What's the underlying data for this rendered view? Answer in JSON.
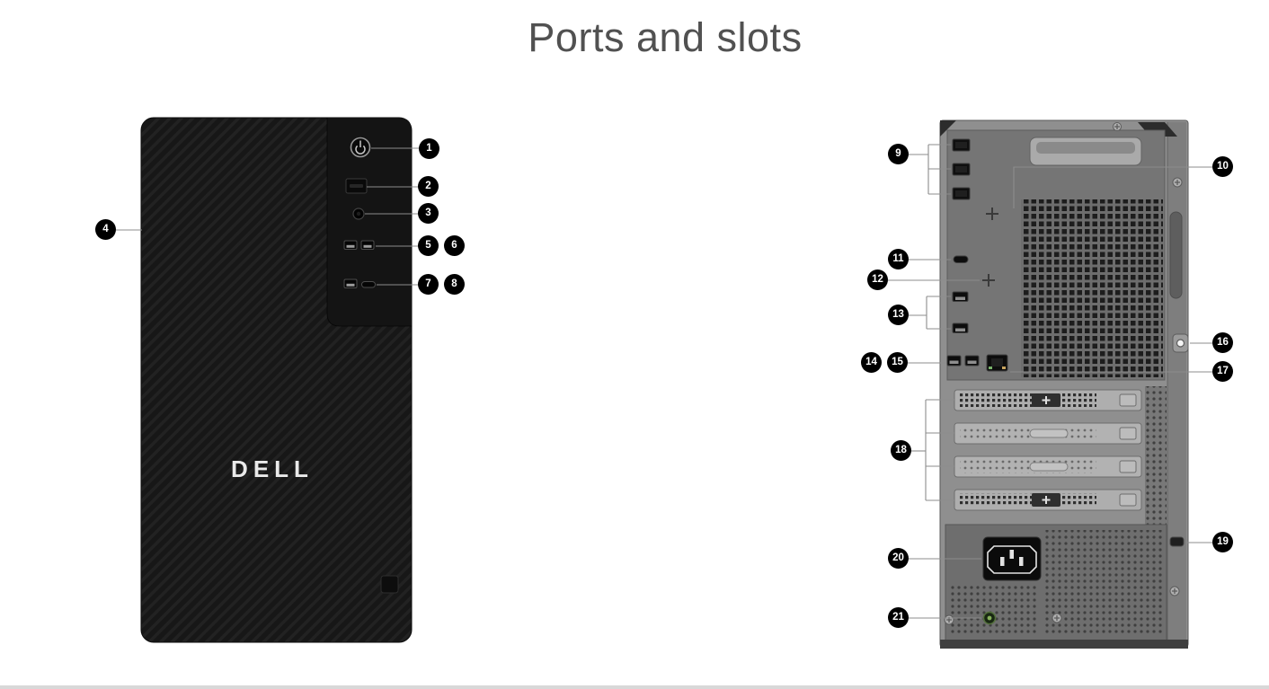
{
  "page": {
    "title": "Ports and slots"
  },
  "front_view": {
    "view": "front",
    "brand_logo_text": "DELL"
  },
  "callouts": [
    {
      "n": "1",
      "target": "power-button"
    },
    {
      "n": "2",
      "target": "sd-card-slot"
    },
    {
      "n": "3",
      "target": "headset-port"
    },
    {
      "n": "4",
      "target": "front-panel"
    },
    {
      "n": "5",
      "target": "usb-port"
    },
    {
      "n": "6",
      "target": "usb-port"
    },
    {
      "n": "7",
      "target": "usb-port"
    },
    {
      "n": "8",
      "target": "usb-type-c-port"
    },
    {
      "n": "9",
      "target": "display-ports"
    },
    {
      "n": "10",
      "target": "optional-port"
    },
    {
      "n": "11",
      "target": "usb-type-c-port"
    },
    {
      "n": "12",
      "target": "optional-port"
    },
    {
      "n": "13",
      "target": "usb-ports"
    },
    {
      "n": "14",
      "target": "usb-port"
    },
    {
      "n": "15",
      "target": "usb-port"
    },
    {
      "n": "16",
      "target": "padlock-ring"
    },
    {
      "n": "17",
      "target": "ethernet-port"
    },
    {
      "n": "18",
      "target": "expansion-slots"
    },
    {
      "n": "19",
      "target": "security-cable-slot"
    },
    {
      "n": "20",
      "target": "power-connector"
    },
    {
      "n": "21",
      "target": "power-supply-diagnostic-light"
    }
  ],
  "colors": {
    "title": "#515151",
    "callout_bg": "#000000",
    "callout_text": "#ffffff",
    "leader_line": "#8c8c8c",
    "front_tower": "#171717",
    "rear_chassis": "#8f8f8f",
    "diagnostic_led": "#86b05a"
  }
}
